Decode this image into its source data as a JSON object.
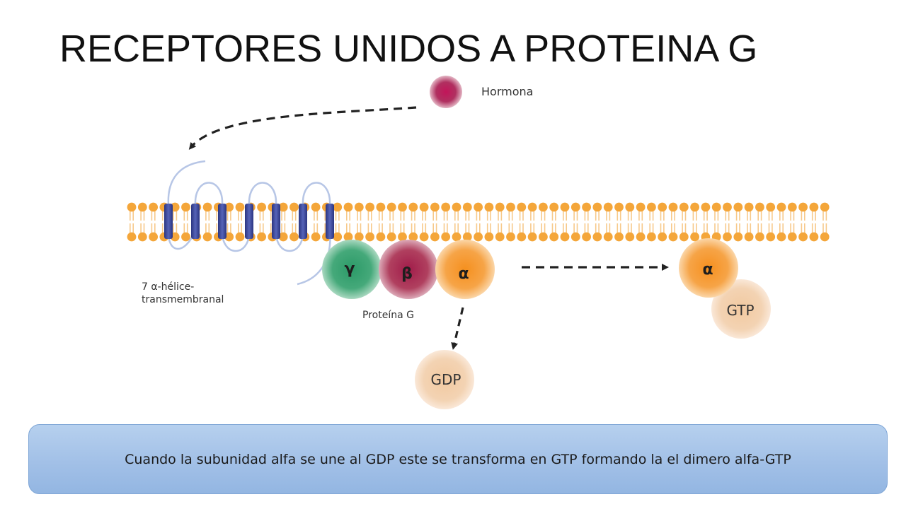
{
  "title": "RECEPTORES UNIDOS A PROTEINA G",
  "labels": {
    "hormone": "Hormona",
    "receptor_line1": "7 α-hélice-",
    "receptor_line2": "transmembranal",
    "gprotein": "Proteína G"
  },
  "subunits": {
    "gamma": "γ",
    "beta": "β",
    "alpha": "α",
    "alpha_free": "α"
  },
  "molecules": {
    "gdp": "GDP",
    "gtp": "GTP"
  },
  "caption": "Cuando la subunidad alfa se une al GDP este se transforma en GTP formando la el dimero alfa-GTP",
  "colors": {
    "lipid_head": "#f4a63a",
    "lipid_tail": "#f7c98a",
    "receptor_helix": "#3f4a9e",
    "receptor_loop": "#b7c6e6",
    "hormone": "#a61c4b",
    "gamma": "#2e9e6c",
    "beta": "#a8214f",
    "alpha": "#f59a34",
    "nucleotide": "#f0caa0",
    "caption_box": "#a8c4e8"
  }
}
